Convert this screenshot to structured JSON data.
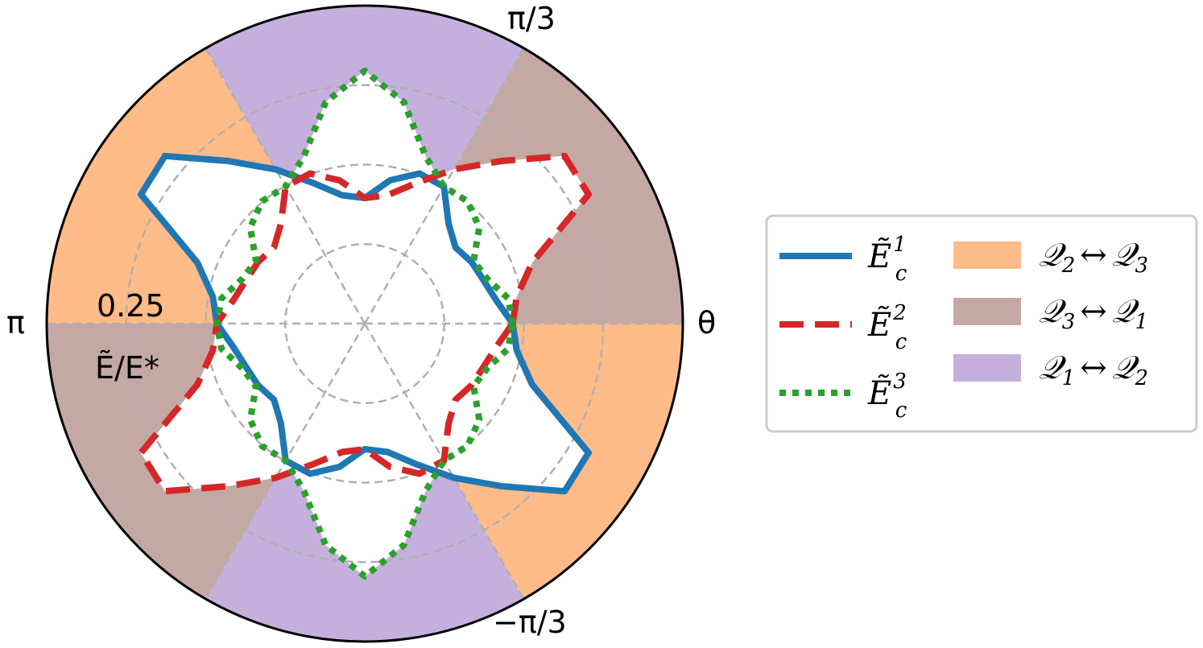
{
  "chart_data": {
    "type": "polar",
    "theta_unit": "rad",
    "theta_labels": {
      "zero": "θ",
      "plus": "π/3",
      "minus": "−π/3",
      "pi": "π"
    },
    "r_tick_label": "0.25",
    "r_axis_label": "Ẽ/E*",
    "r_ticks": [
      0.1,
      0.2,
      0.3
    ],
    "r_max": 0.4,
    "grid": true,
    "legend_position": "right",
    "series": [
      {
        "name": "Ẽ_c^1",
        "base": "Ẽ",
        "sup": "1",
        "sub": "c",
        "color": "#1f77b4",
        "style": "solid",
        "points": [
          [
            0.0,
            0.186
          ],
          [
            0.1745,
            0.168
          ],
          [
            0.3491,
            0.159
          ],
          [
            0.5236,
            0.155
          ],
          [
            0.6981,
            0.149
          ],
          [
            0.8727,
            0.164
          ],
          [
            1.0472,
            0.199
          ],
          [
            1.2217,
            0.201
          ],
          [
            1.3963,
            0.183
          ],
          [
            1.5708,
            0.158
          ],
          [
            1.7453,
            0.164
          ],
          [
            1.9199,
            0.188
          ],
          [
            2.0944,
            0.224
          ],
          [
            2.2689,
            0.267
          ],
          [
            2.4435,
            0.328
          ],
          [
            2.618,
            0.325
          ],
          [
            2.7925,
            0.224
          ],
          [
            2.9671,
            0.194
          ],
          [
            3.1416,
            0.186
          ],
          [
            3.3161,
            0.168
          ],
          [
            3.4907,
            0.159
          ],
          [
            3.6652,
            0.155
          ],
          [
            3.8397,
            0.149
          ],
          [
            4.0143,
            0.164
          ],
          [
            4.1888,
            0.199
          ],
          [
            4.3633,
            0.201
          ],
          [
            4.5379,
            0.183
          ],
          [
            4.7124,
            0.158
          ],
          [
            4.8869,
            0.164
          ],
          [
            5.0615,
            0.188
          ],
          [
            5.236,
            0.224
          ],
          [
            5.4105,
            0.267
          ],
          [
            5.5851,
            0.328
          ],
          [
            5.7596,
            0.325
          ],
          [
            5.9341,
            0.224
          ],
          [
            6.1087,
            0.194
          ]
        ]
      },
      {
        "name": "Ẽ_c^2",
        "base": "Ẽ",
        "sup": "2",
        "sub": "c",
        "color": "#d62728",
        "style": "dashed",
        "points": [
          [
            0.0,
            0.186
          ],
          [
            0.1745,
            0.194
          ],
          [
            0.3491,
            0.224
          ],
          [
            0.5236,
            0.325
          ],
          [
            0.6981,
            0.328
          ],
          [
            0.8727,
            0.267
          ],
          [
            1.0472,
            0.224
          ],
          [
            1.2217,
            0.188
          ],
          [
            1.3963,
            0.164
          ],
          [
            1.5708,
            0.158
          ],
          [
            1.7453,
            0.183
          ],
          [
            1.9199,
            0.201
          ],
          [
            2.0944,
            0.199
          ],
          [
            2.2689,
            0.164
          ],
          [
            2.4435,
            0.149
          ],
          [
            2.618,
            0.155
          ],
          [
            2.7925,
            0.159
          ],
          [
            2.9671,
            0.168
          ],
          [
            3.1416,
            0.186
          ],
          [
            3.3161,
            0.194
          ],
          [
            3.4907,
            0.224
          ],
          [
            3.6652,
            0.325
          ],
          [
            3.8397,
            0.328
          ],
          [
            4.0143,
            0.267
          ],
          [
            4.1888,
            0.224
          ],
          [
            4.3633,
            0.188
          ],
          [
            4.5379,
            0.164
          ],
          [
            4.7124,
            0.158
          ],
          [
            4.8869,
            0.183
          ],
          [
            5.0615,
            0.201
          ],
          [
            5.236,
            0.199
          ],
          [
            5.4105,
            0.164
          ],
          [
            5.5851,
            0.149
          ],
          [
            5.7596,
            0.155
          ],
          [
            5.9341,
            0.159
          ],
          [
            6.1087,
            0.168
          ]
        ]
      },
      {
        "name": "Ẽ_c^3",
        "base": "Ẽ",
        "sup": "3",
        "sub": "c",
        "color": "#2ca02c",
        "style": "dotted",
        "points": [
          [
            0.0,
            0.186
          ],
          [
            0.1745,
            0.183
          ],
          [
            0.3491,
            0.164
          ],
          [
            0.5236,
            0.158
          ],
          [
            0.6981,
            0.188
          ],
          [
            0.8727,
            0.201
          ],
          [
            1.0472,
            0.199
          ],
          [
            1.2217,
            0.224
          ],
          [
            1.3963,
            0.283
          ],
          [
            1.5708,
            0.318
          ],
          [
            1.7453,
            0.283
          ],
          [
            1.9199,
            0.224
          ],
          [
            2.0944,
            0.199
          ],
          [
            2.2689,
            0.201
          ],
          [
            2.4435,
            0.188
          ],
          [
            2.618,
            0.158
          ],
          [
            2.7925,
            0.164
          ],
          [
            2.9671,
            0.183
          ],
          [
            3.1416,
            0.186
          ],
          [
            3.3161,
            0.183
          ],
          [
            3.4907,
            0.164
          ],
          [
            3.6652,
            0.158
          ],
          [
            3.8397,
            0.188
          ],
          [
            4.0143,
            0.201
          ],
          [
            4.1888,
            0.199
          ],
          [
            4.3633,
            0.224
          ],
          [
            4.5379,
            0.283
          ],
          [
            4.7124,
            0.318
          ],
          [
            4.8869,
            0.283
          ],
          [
            5.0615,
            0.224
          ],
          [
            5.236,
            0.199
          ],
          [
            5.4105,
            0.201
          ],
          [
            5.5851,
            0.188
          ],
          [
            5.7596,
            0.158
          ],
          [
            5.9341,
            0.164
          ],
          [
            6.1087,
            0.183
          ]
        ]
      }
    ],
    "regions": [
      {
        "name": "Q2↔Q3",
        "left": "𝒬",
        "left_sub": "2",
        "arrow": "↔",
        "right": "𝒬",
        "right_sub": "3",
        "color": "#ffbb88",
        "sectors": [
          [
            -1.0472,
            0.0
          ],
          [
            2.0944,
            3.1416
          ]
        ]
      },
      {
        "name": "Q3↔Q1",
        "left": "𝒬",
        "left_sub": "3",
        "arrow": "↔",
        "right": "𝒬",
        "right_sub": "1",
        "color": "#c4a8a3",
        "sectors": [
          [
            0.0,
            1.0472
          ],
          [
            3.1416,
            4.1888
          ]
        ]
      },
      {
        "name": "Q1↔Q2",
        "left": "𝒬",
        "left_sub": "1",
        "arrow": "↔",
        "right": "𝒬",
        "right_sub": "2",
        "color": "#c5b0dd",
        "sectors": [
          [
            1.0472,
            2.0944
          ],
          [
            4.1888,
            5.236
          ]
        ]
      }
    ]
  }
}
